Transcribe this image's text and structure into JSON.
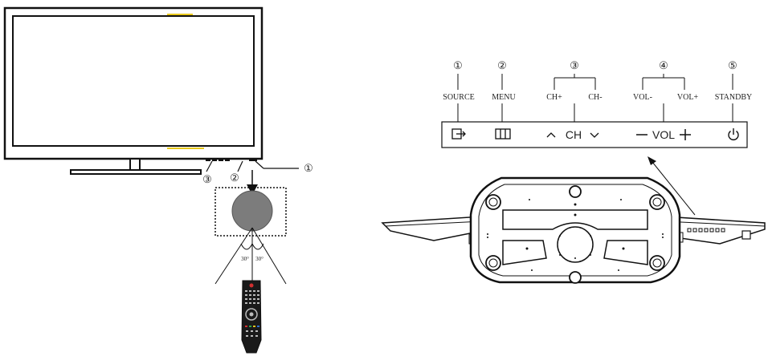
{
  "callouts": {
    "tv_power": "①",
    "tv_ir": "②",
    "tv_keys": "③"
  },
  "angles": {
    "left": "30°",
    "right": "30°"
  },
  "panel": {
    "groups": [
      {
        "num": "①",
        "label": "SOURCE"
      },
      {
        "num": "②",
        "label": "MENU"
      },
      {
        "num": "③",
        "label_a": "CH+",
        "label_b": "CH-"
      },
      {
        "num": "④",
        "label_a": "VOL-",
        "label_b": "VOL+"
      },
      {
        "num": "⑤",
        "label": "STANDBY"
      }
    ],
    "ch_text": "CH",
    "vol_text": "VOL"
  },
  "icons": [
    "source-icon",
    "menu-icon",
    "chevron-up-icon",
    "chevron-down-icon",
    "minus-icon",
    "plus-icon",
    "power-icon",
    "remote-control-icon"
  ]
}
